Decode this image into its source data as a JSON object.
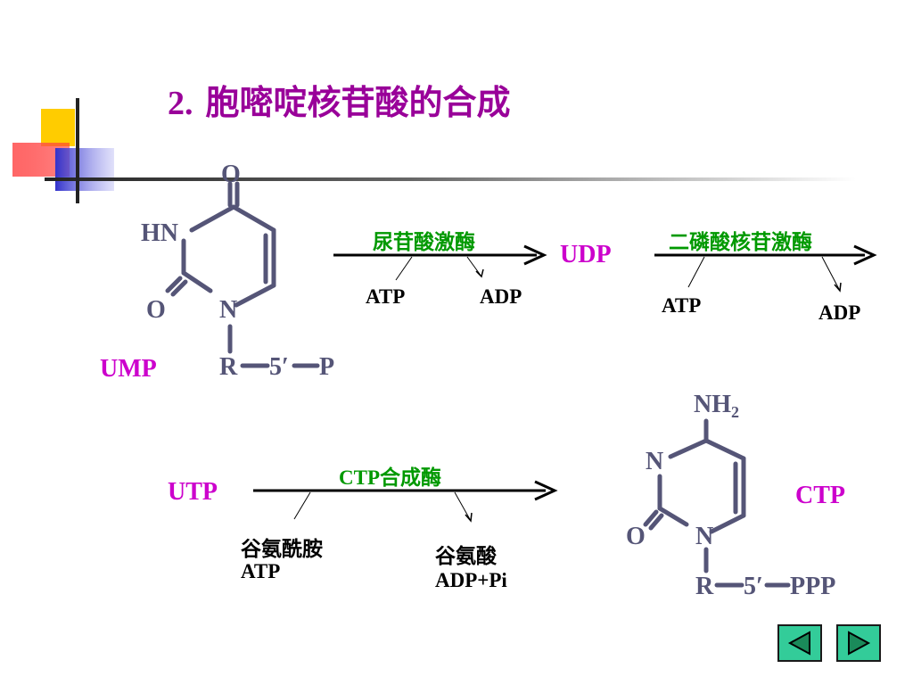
{
  "slide": {
    "title_number": "2.",
    "title_text": "胞嘧啶核苷酸的合成"
  },
  "reaction1": {
    "enzyme": "尿苷酸激酶",
    "cofactor_in": "ATP",
    "cofactor_out": "ADP",
    "product": "UDP"
  },
  "reaction2": {
    "enzyme": "二磷酸核苷激酶",
    "cofactor_in": "ATP",
    "cofactor_out": "ADP"
  },
  "reaction3": {
    "substrate": "UTP",
    "enzyme": "CTP合成酶",
    "cofactor_in_1": "谷氨酰胺",
    "cofactor_in_2": "ATP",
    "cofactor_out_1": "谷氨酸",
    "cofactor_out_2": "ADP+Pi"
  },
  "ump_structure": {
    "name": "UMP",
    "atom_o_top": "O",
    "atom_hn": "HN",
    "atom_o_left": "O",
    "atom_n": "N",
    "atom_r": "R",
    "atom_5": "5′",
    "atom_p": "P"
  },
  "ctp_structure": {
    "name": "CTP",
    "atom_nh": "NH",
    "atom_nh_sub": "2",
    "atom_n_ring": "N",
    "atom_o_left": "O",
    "atom_n": "N",
    "atom_r": "R",
    "atom_5": "5′",
    "atom_ppp": "PPP"
  },
  "colors": {
    "title": "#990099",
    "enzyme": "#009900",
    "compound": "#cc00cc",
    "structure": "#555577",
    "nav_button": "#33cc99"
  },
  "navigation": {
    "prev_icon": "triangle-left",
    "next_icon": "triangle-right"
  }
}
